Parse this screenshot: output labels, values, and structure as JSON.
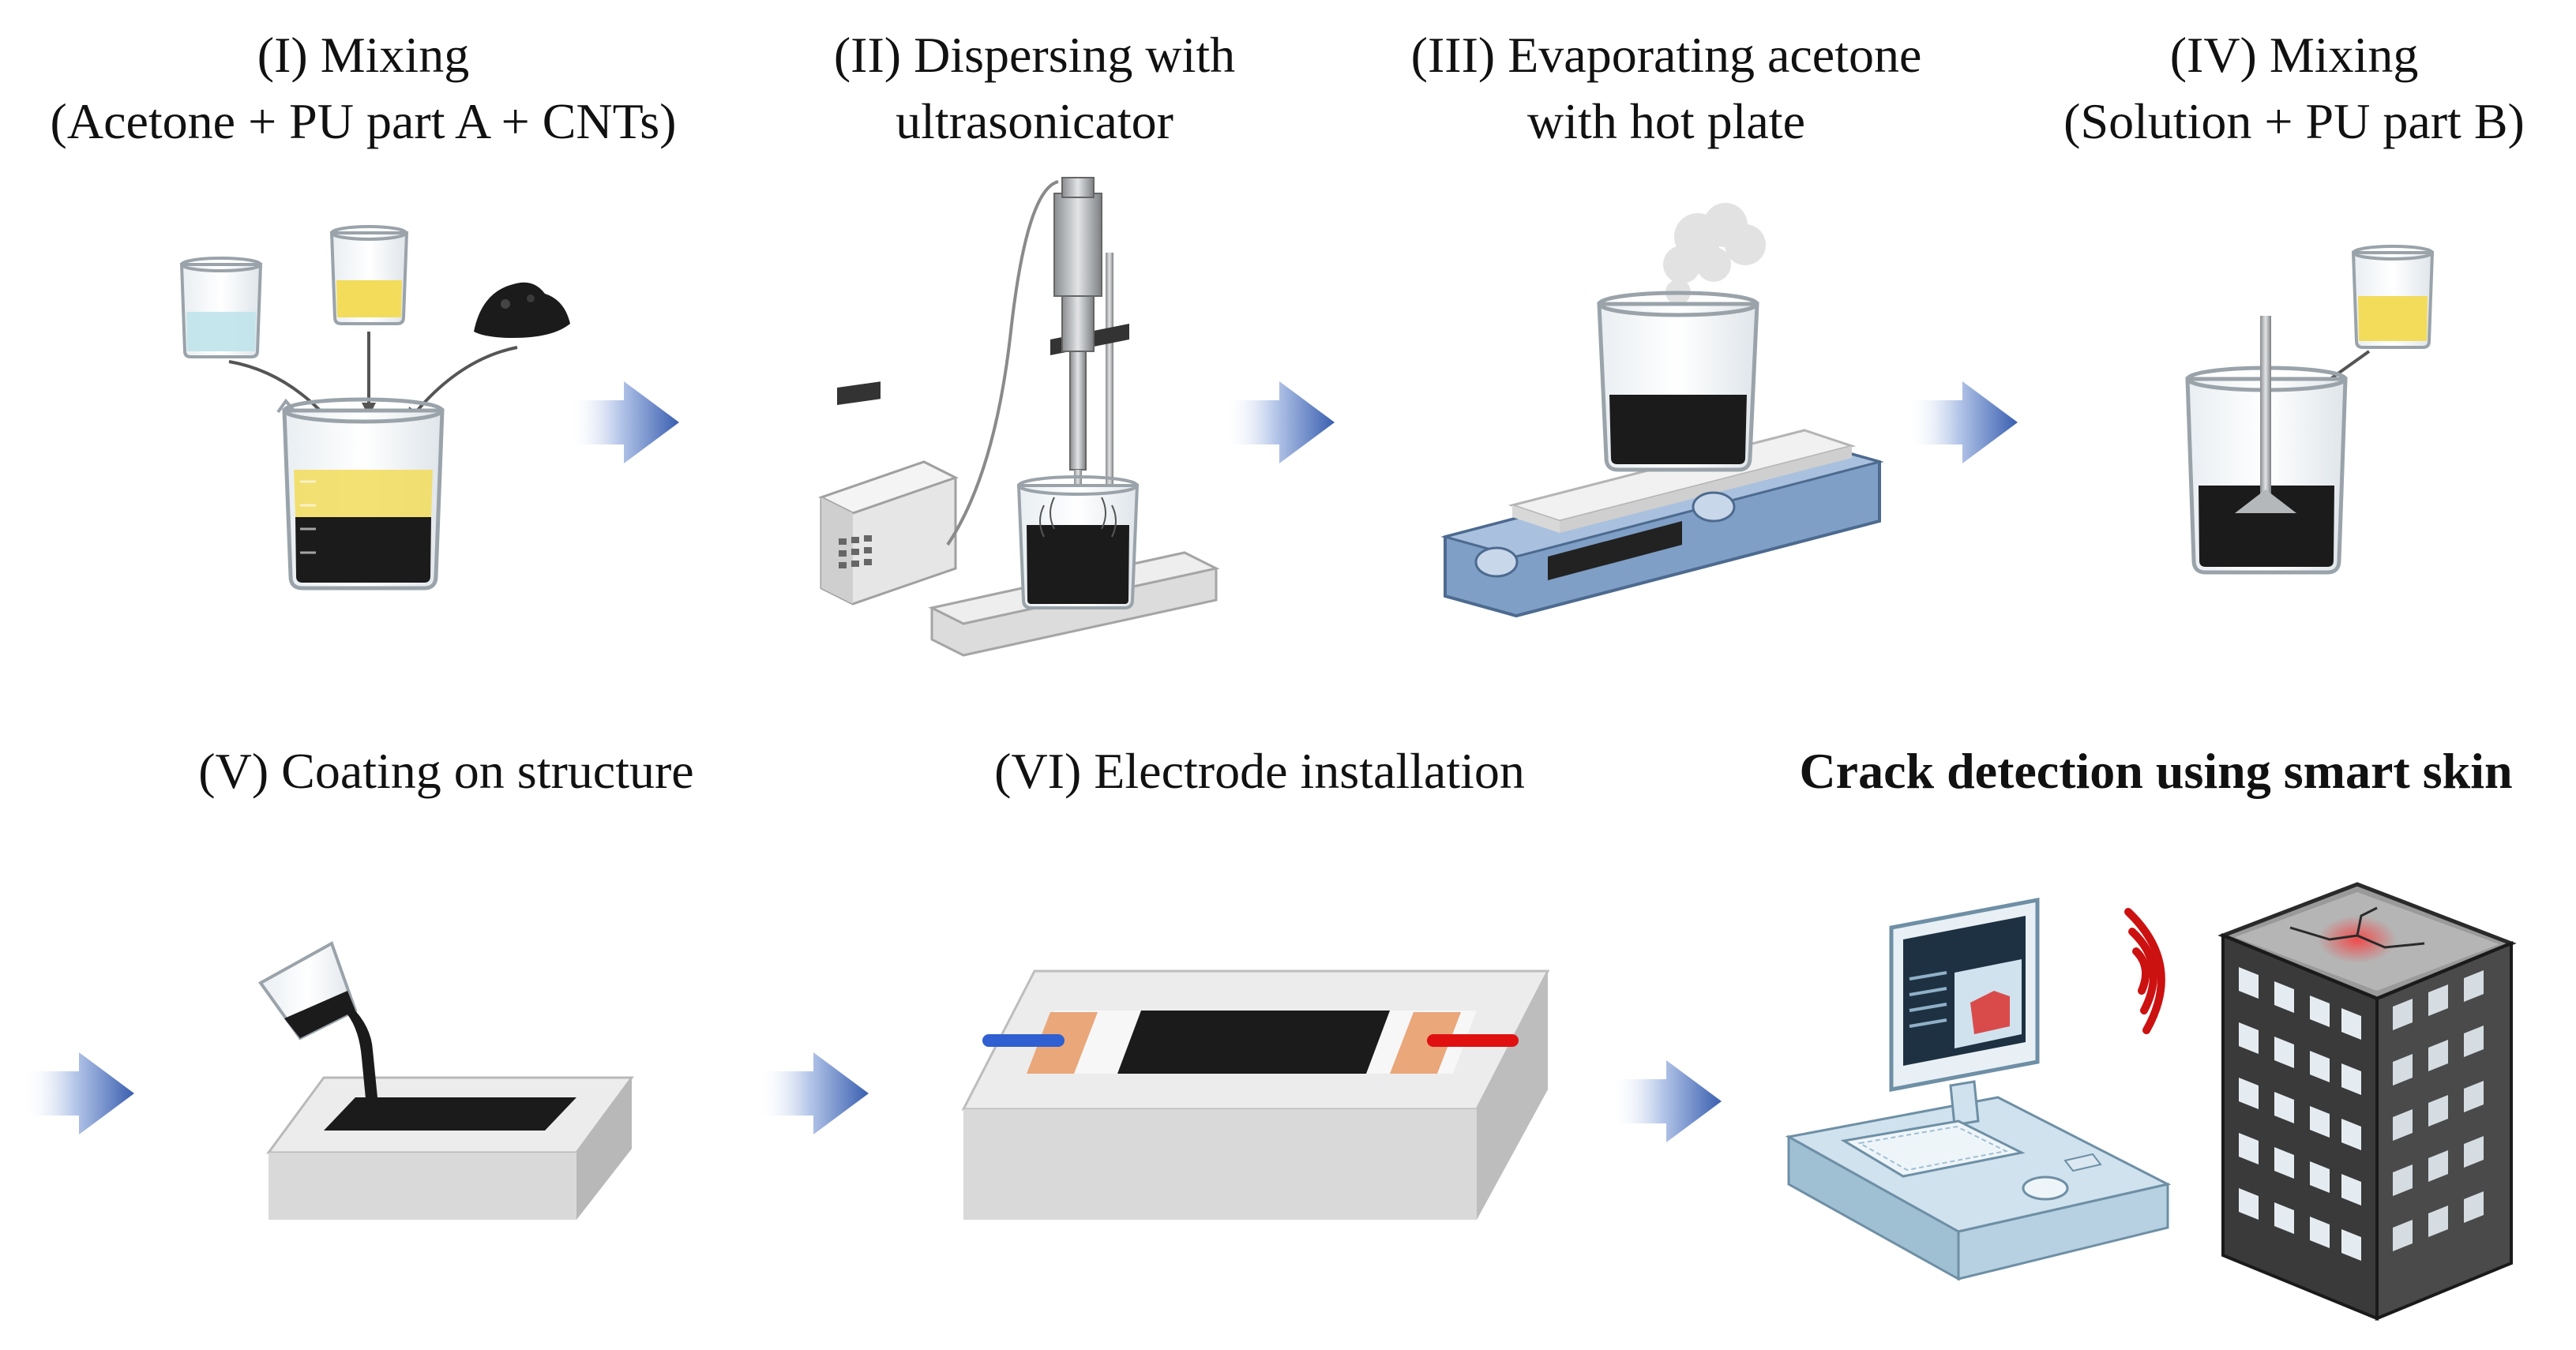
{
  "steps": [
    {
      "line1": "(I) Mixing",
      "line2": "(Acetone + PU part A + CNTs)"
    },
    {
      "line1": "(II) Dispersing with",
      "line2": "ultrasonicator"
    },
    {
      "line1": "(III) Evaporating acetone",
      "line2": "with hot plate"
    },
    {
      "line1": "(IV) Mixing",
      "line2": "(Solution + PU part B)"
    },
    {
      "line1": "(V) Coating on structure"
    },
    {
      "line1": "(VI) Electrode installation"
    },
    {
      "line1": "Crack detection using smart skin"
    }
  ],
  "colors": {
    "arrow": "#3a5fb0",
    "cnt_black": "#1b1b1b",
    "pu_yellow": "#f2dc5a",
    "acetone_blue": "#bfe3ea",
    "hotplate_blue": "#7f9fc6",
    "electrode_copper": "#e9a77a",
    "wire_blue": "#2f5fd0",
    "wire_red": "#e01010",
    "signal_red": "#cc1111",
    "structure_gray": "#d9d9d9"
  },
  "icons": [
    "beaker-acetone-icon",
    "beaker-pu-a-icon",
    "cnt-powder-icon",
    "ultrasonicator-icon",
    "hot-plate-icon",
    "stirring-rod-icon",
    "pouring-cup-icon",
    "electrode-icon",
    "computer-icon",
    "wireless-signal-icon",
    "building-icon"
  ]
}
